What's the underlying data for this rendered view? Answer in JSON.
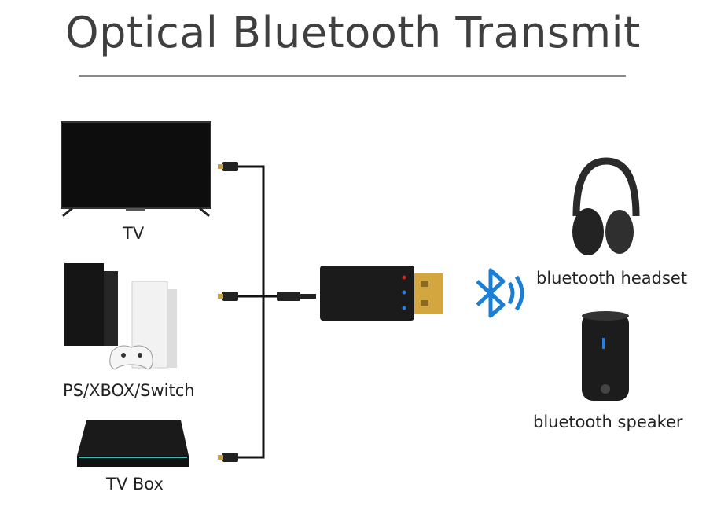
{
  "title": "Optical Bluetooth Transmit",
  "sources": [
    {
      "label": "TV"
    },
    {
      "label": "PS/XBOX/Switch"
    },
    {
      "label": "TV Box"
    }
  ],
  "outputs": [
    {
      "label": "bluetooth headset"
    },
    {
      "label": "bluetooth speaker"
    }
  ],
  "colors": {
    "bluetooth": "#1a7fd6",
    "led_red": "#d62020",
    "led_blue": "#2a7de0"
  }
}
